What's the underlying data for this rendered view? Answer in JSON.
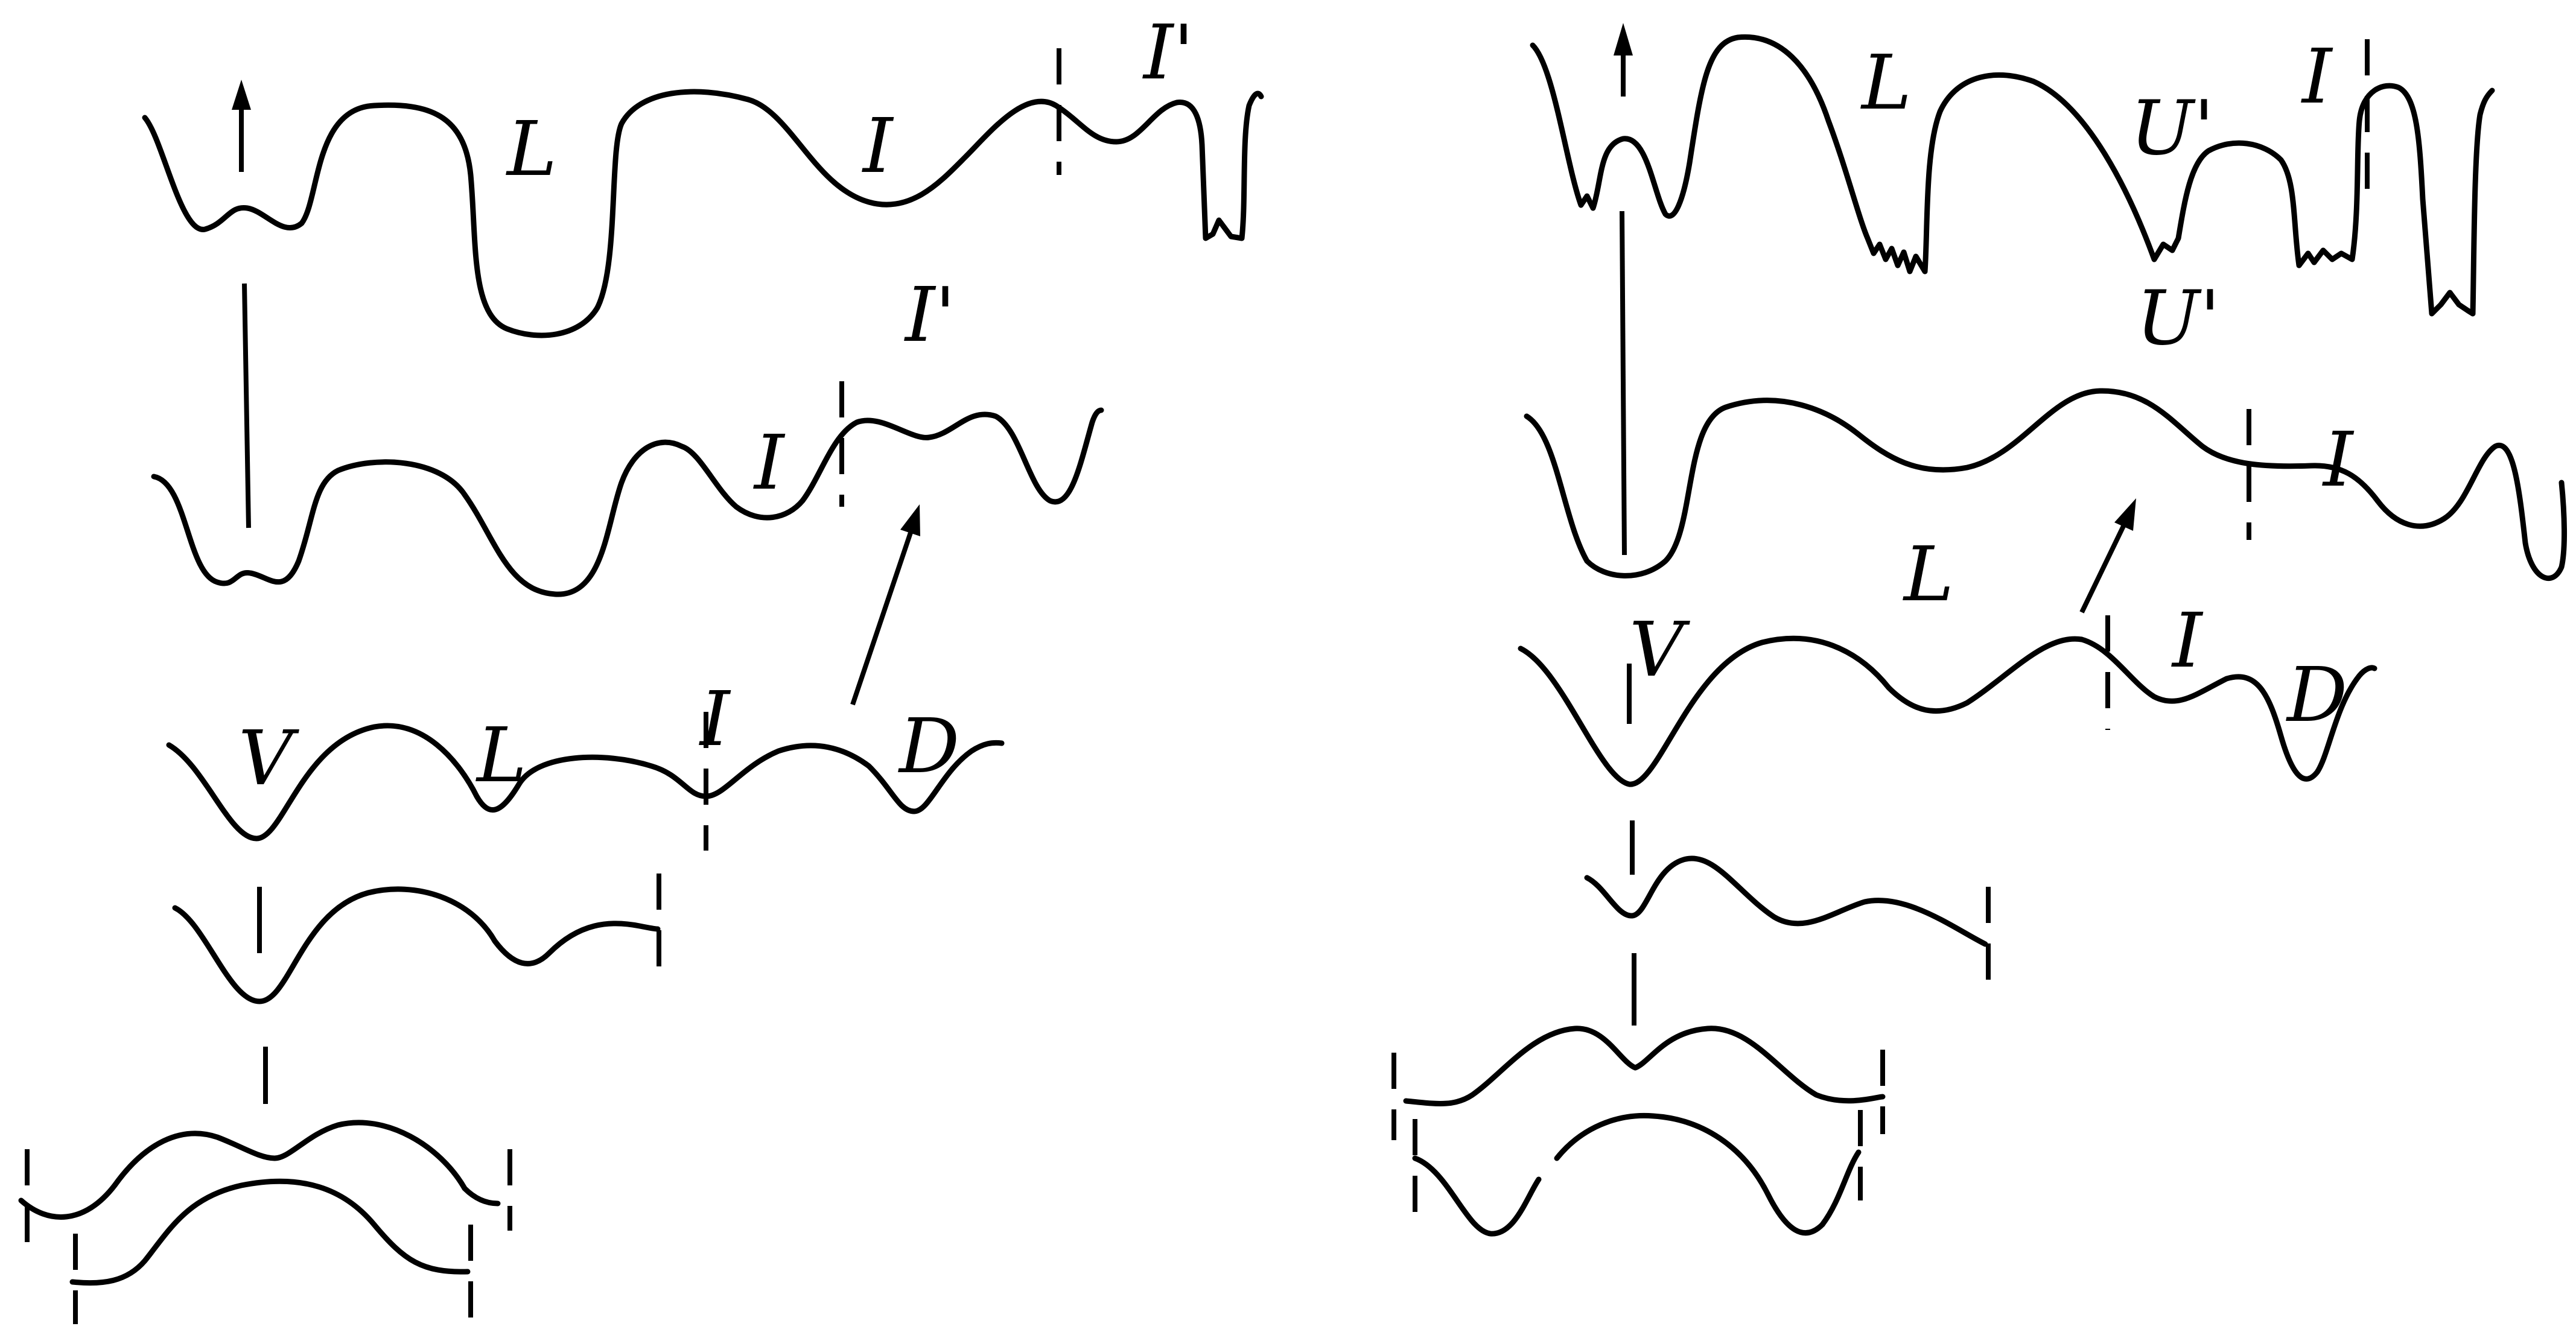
{
  "figure": {
    "panels": [
      {
        "id": "left",
        "labels": {
          "l1_L": "L",
          "l1_I": "I",
          "l1_Ip": "I'",
          "l2_Ip": "I'",
          "l2_I": "I",
          "l3_V": "V",
          "l3_L": "L",
          "l3_I": "I",
          "l3_D": "D"
        }
      },
      {
        "id": "right",
        "labels": {
          "l1_L": "L",
          "l1_Up": "U'",
          "l1_I": "I",
          "l2_Up": "U'",
          "l2_L": "L",
          "l2_I": "I",
          "l3_V": "V",
          "l3_I": "I",
          "l3_D": "D"
        }
      }
    ]
  }
}
